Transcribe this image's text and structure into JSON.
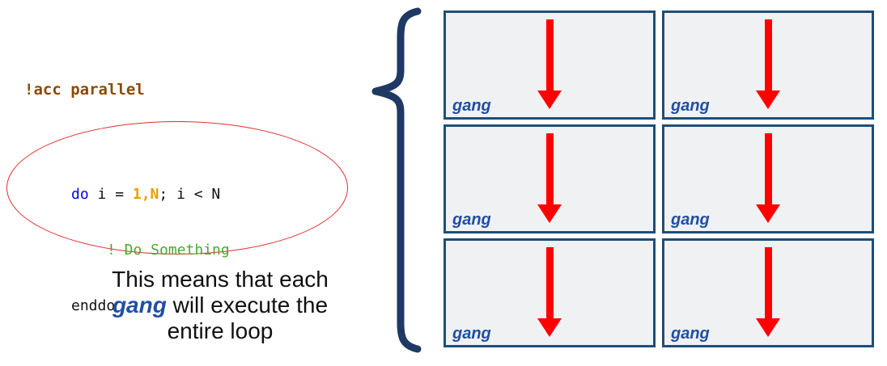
{
  "code": {
    "directive": "!acc parallel",
    "line1": {
      "kw": "do",
      "a": " i = ",
      "num": "1,N",
      "b": "; i < N"
    },
    "comment": "! Do Something",
    "end": "enddo"
  },
  "caption": {
    "line1": "This means that each",
    "gang": "gang",
    "line2_rest": " will execute the",
    "line3": "entire loop"
  },
  "grid": {
    "cells": [
      {
        "label": "gang"
      },
      {
        "label": "gang"
      },
      {
        "label": "gang"
      },
      {
        "label": "gang"
      },
      {
        "label": "gang"
      },
      {
        "label": "gang"
      }
    ]
  },
  "colors": {
    "box_border": "#1F4E79",
    "box_fill": "#F0F1F2",
    "gang_blue": "#1F4EA6",
    "arrow_red": "#FF0000",
    "ellipse_red": "#E03030",
    "directive_brown": "#8C4A00",
    "keyword_blue": "#0000E6",
    "number_orange": "#E8A000",
    "comment_green": "#4EA72E",
    "brace_navy": "#1F3864"
  }
}
